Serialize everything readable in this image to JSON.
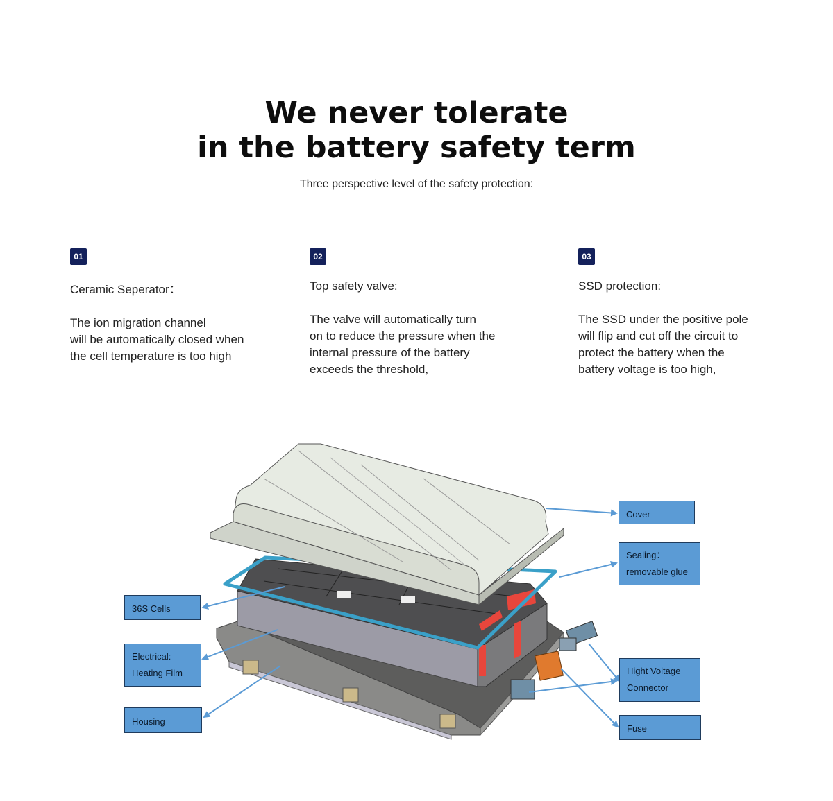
{
  "header": {
    "title_line1": "We never tolerate",
    "title_line2": "in the battery safety term",
    "subtitle": "Three perspective level of the safety protection:"
  },
  "features": [
    {
      "number": "01",
      "title": "Ceramic Seperator：",
      "description": "The ion migration channel\nwill be automatically closed when\nthe cell temperature is too high"
    },
    {
      "number": "02",
      "title": "Top safety valve:",
      "description": "The valve will automatically turn\non to reduce the pressure when the\ninternal pressure of the battery\nexceeds the threshold,"
    },
    {
      "number": "03",
      "title": "SSD protection:",
      "description": "The SSD under the positive pole\nwill flip and cut off the circuit to\nprotect the battery when the\nbattery voltage is too high,"
    }
  ],
  "diagram": {
    "labels": {
      "cover": "Cover",
      "sealing_line1": "Sealing：",
      "sealing_line2": "removable glue",
      "cells": "36S Cells",
      "electrical_line1": "Electrical:",
      "electrical_line2": "Heating Film",
      "housing": "Housing",
      "hv_line1": "Hight Voltage",
      "hv_line2": "Connector",
      "fuse": "Fuse"
    },
    "colors": {
      "label_fill": "#5b9bd5",
      "arrow": "#5b9bd5",
      "cover_fill": "#e7ebe3",
      "seal": "#3aa0c8",
      "busbar": "#e8463c",
      "badge": "#14215b"
    }
  }
}
